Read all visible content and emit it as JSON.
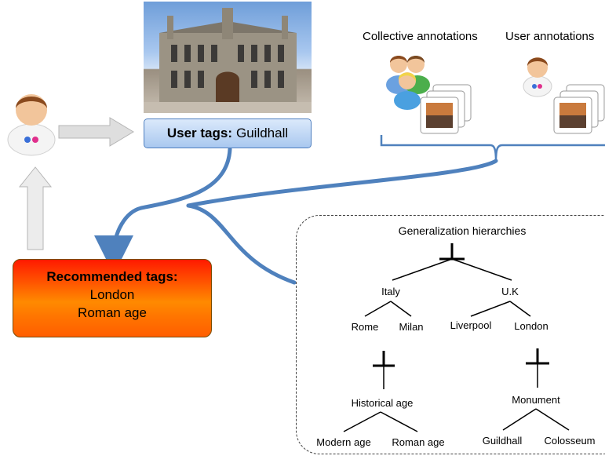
{
  "photo": {
    "subject": "Guildhall building"
  },
  "user_tags": {
    "label": "User tags:",
    "value": "Guildhall"
  },
  "recommended": {
    "title": "Recommended tags:",
    "tags": [
      "London",
      "Roman age"
    ]
  },
  "annotations": {
    "collective": "Collective annotations",
    "user": "User annotations"
  },
  "hierarchy": {
    "title": "Generalization hierarchies",
    "nodes": {
      "italy": "Italy",
      "uk": "U.K",
      "rome": "Rome",
      "milan": "Milan",
      "liverpool": "Liverpool",
      "london": "London",
      "historical_age": "Historical age",
      "monument": "Monument",
      "modern_age": "Modern age",
      "roman_age": "Roman age",
      "guildhall": "Guildhall",
      "colosseum": "Colosseum"
    }
  },
  "colors": {
    "arrow_blue": "#4f81bd",
    "user_tags_fill": "#c6dbf5",
    "recommended_top": "#ff1a00",
    "recommended_bottom": "#ff8a00",
    "gray_arrow": "#c8c8c8"
  },
  "icons": [
    "user-avatar-icon",
    "user-group-icon",
    "photo-stack-icon",
    "gray-right-arrow-icon",
    "gray-up-arrow-icon"
  ]
}
